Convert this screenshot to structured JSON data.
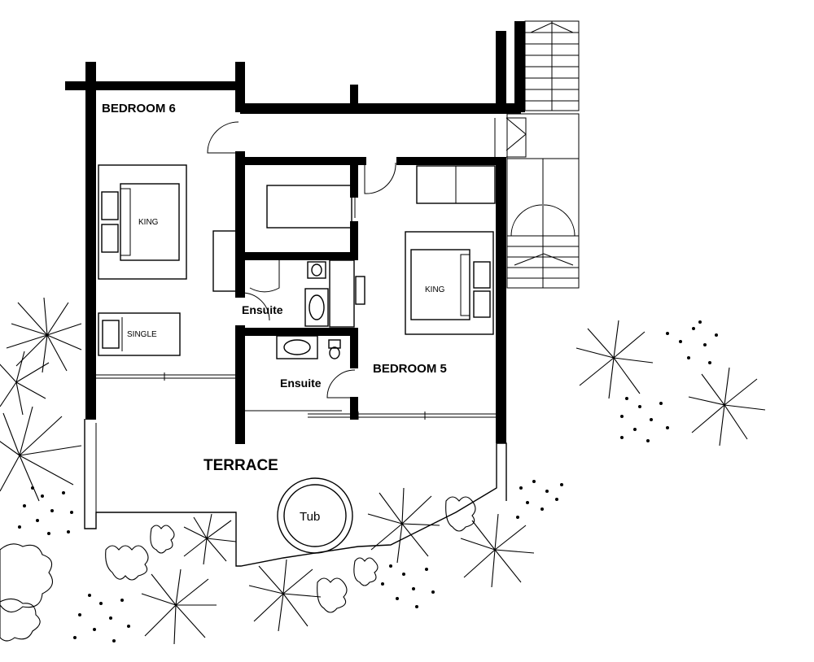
{
  "labels": {
    "bedroom6": "BEDROOM 6",
    "bedroom5": "BEDROOM 5",
    "terrace": "TERRACE",
    "ensuite_upper": "Ensuite",
    "ensuite_lower": "Ensuite",
    "bed6_king": "KING",
    "bed6_single": "SINGLE",
    "bed5_king": "KING",
    "tub": "Tub"
  }
}
